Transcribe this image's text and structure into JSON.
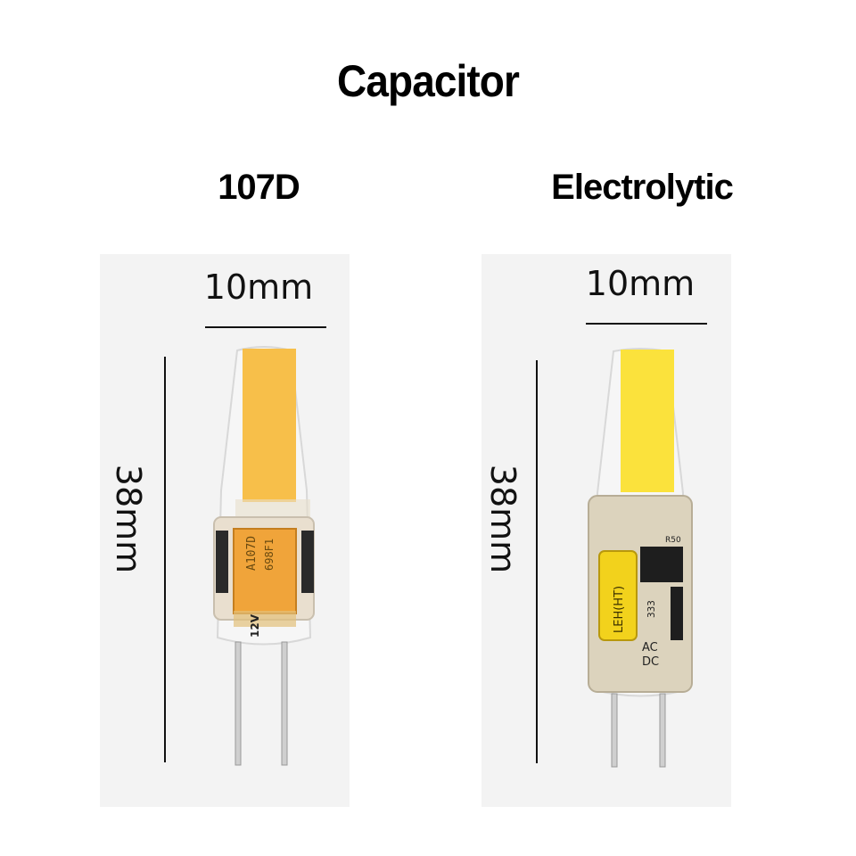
{
  "title": "Capacitor",
  "left": {
    "label": "107D",
    "width": "10mm",
    "height": "38mm",
    "chip_text": "A107D",
    "chip_code": "698F1",
    "marking": "12V"
  },
  "right": {
    "label": "Electrolytic",
    "width": "10mm",
    "height": "38mm",
    "cap_text": "LEH(HT)",
    "acdc_top": "AC",
    "acdc_bottom": "DC",
    "small_label": "R50",
    "code": "333"
  },
  "colors": {
    "led_warm": "#f7bf4a",
    "led_bright": "#fbe23c",
    "tantalum": "#f0a43a",
    "electrolytic": "#f2d21c"
  }
}
